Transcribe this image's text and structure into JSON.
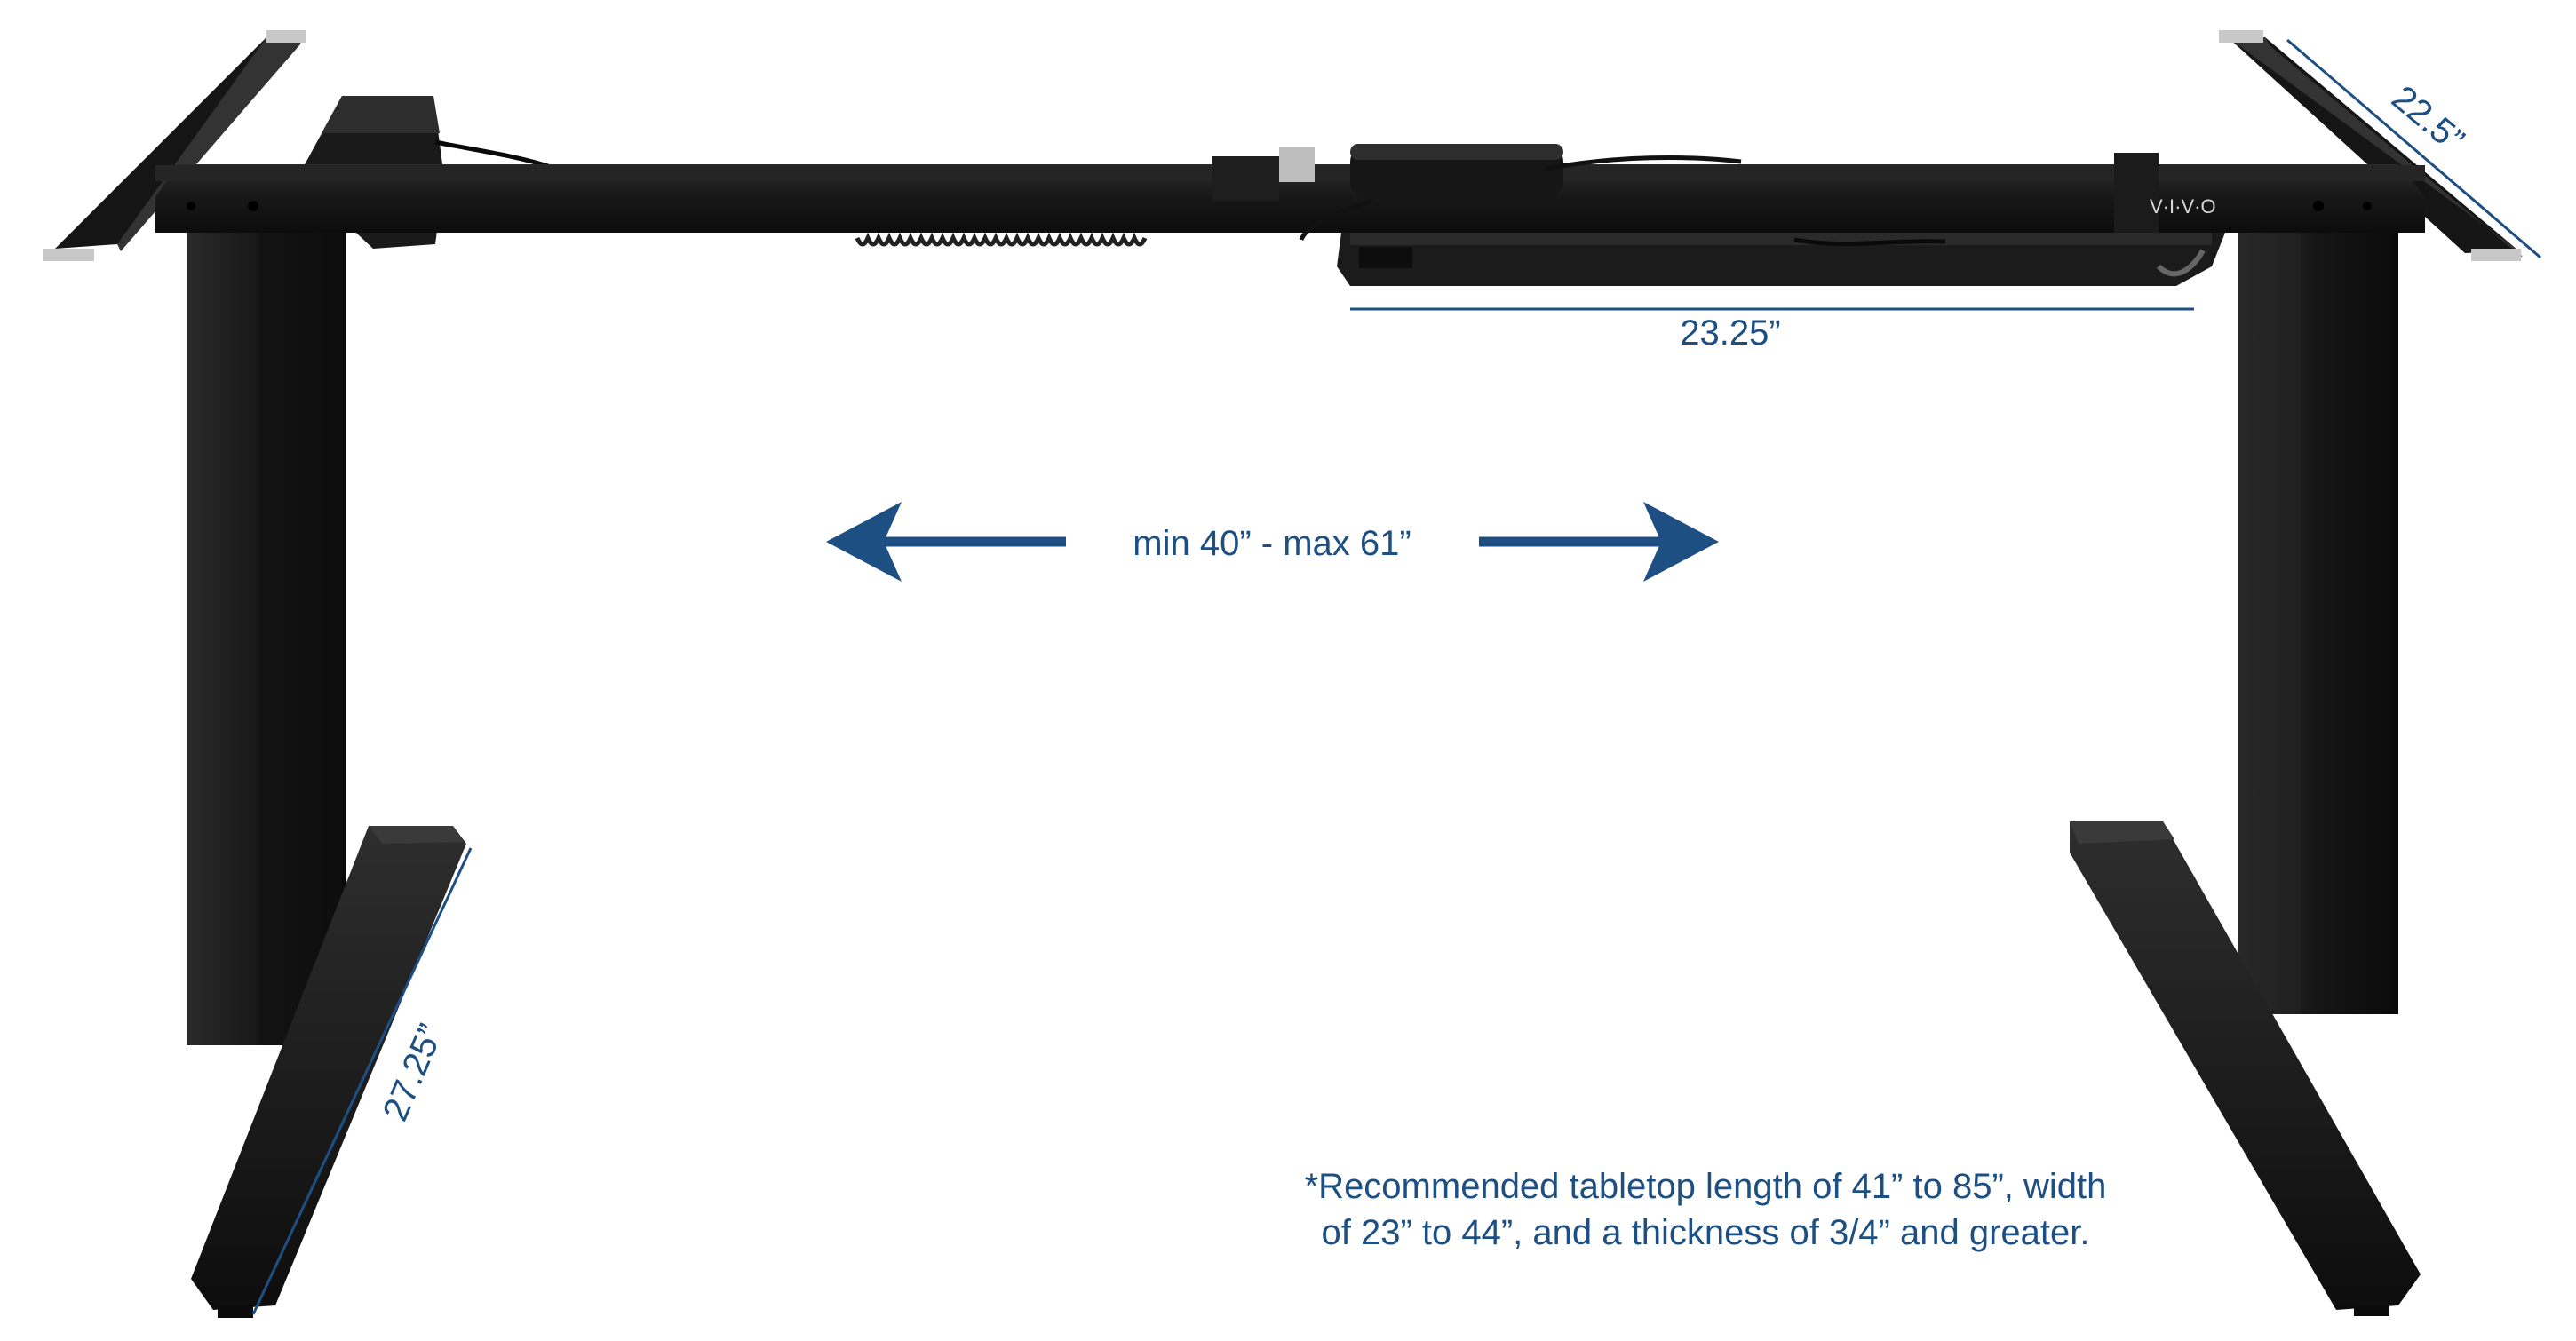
{
  "brand": {
    "logo_text": "V·I·V·O"
  },
  "dimensions": {
    "width_range": "min 40” - max 61”",
    "crossbar": "23.25”",
    "top_bracket_depth": "22.5”",
    "foot_depth": "27.25”"
  },
  "note": {
    "line1": "*Recommended tabletop length of 41” to 85”, width",
    "line2": "of 23” to 44”, and a thickness of 3/4” and greater."
  },
  "colors": {
    "frame": "#141414",
    "annotation": "#1d4f82",
    "background": "#ffffff"
  }
}
